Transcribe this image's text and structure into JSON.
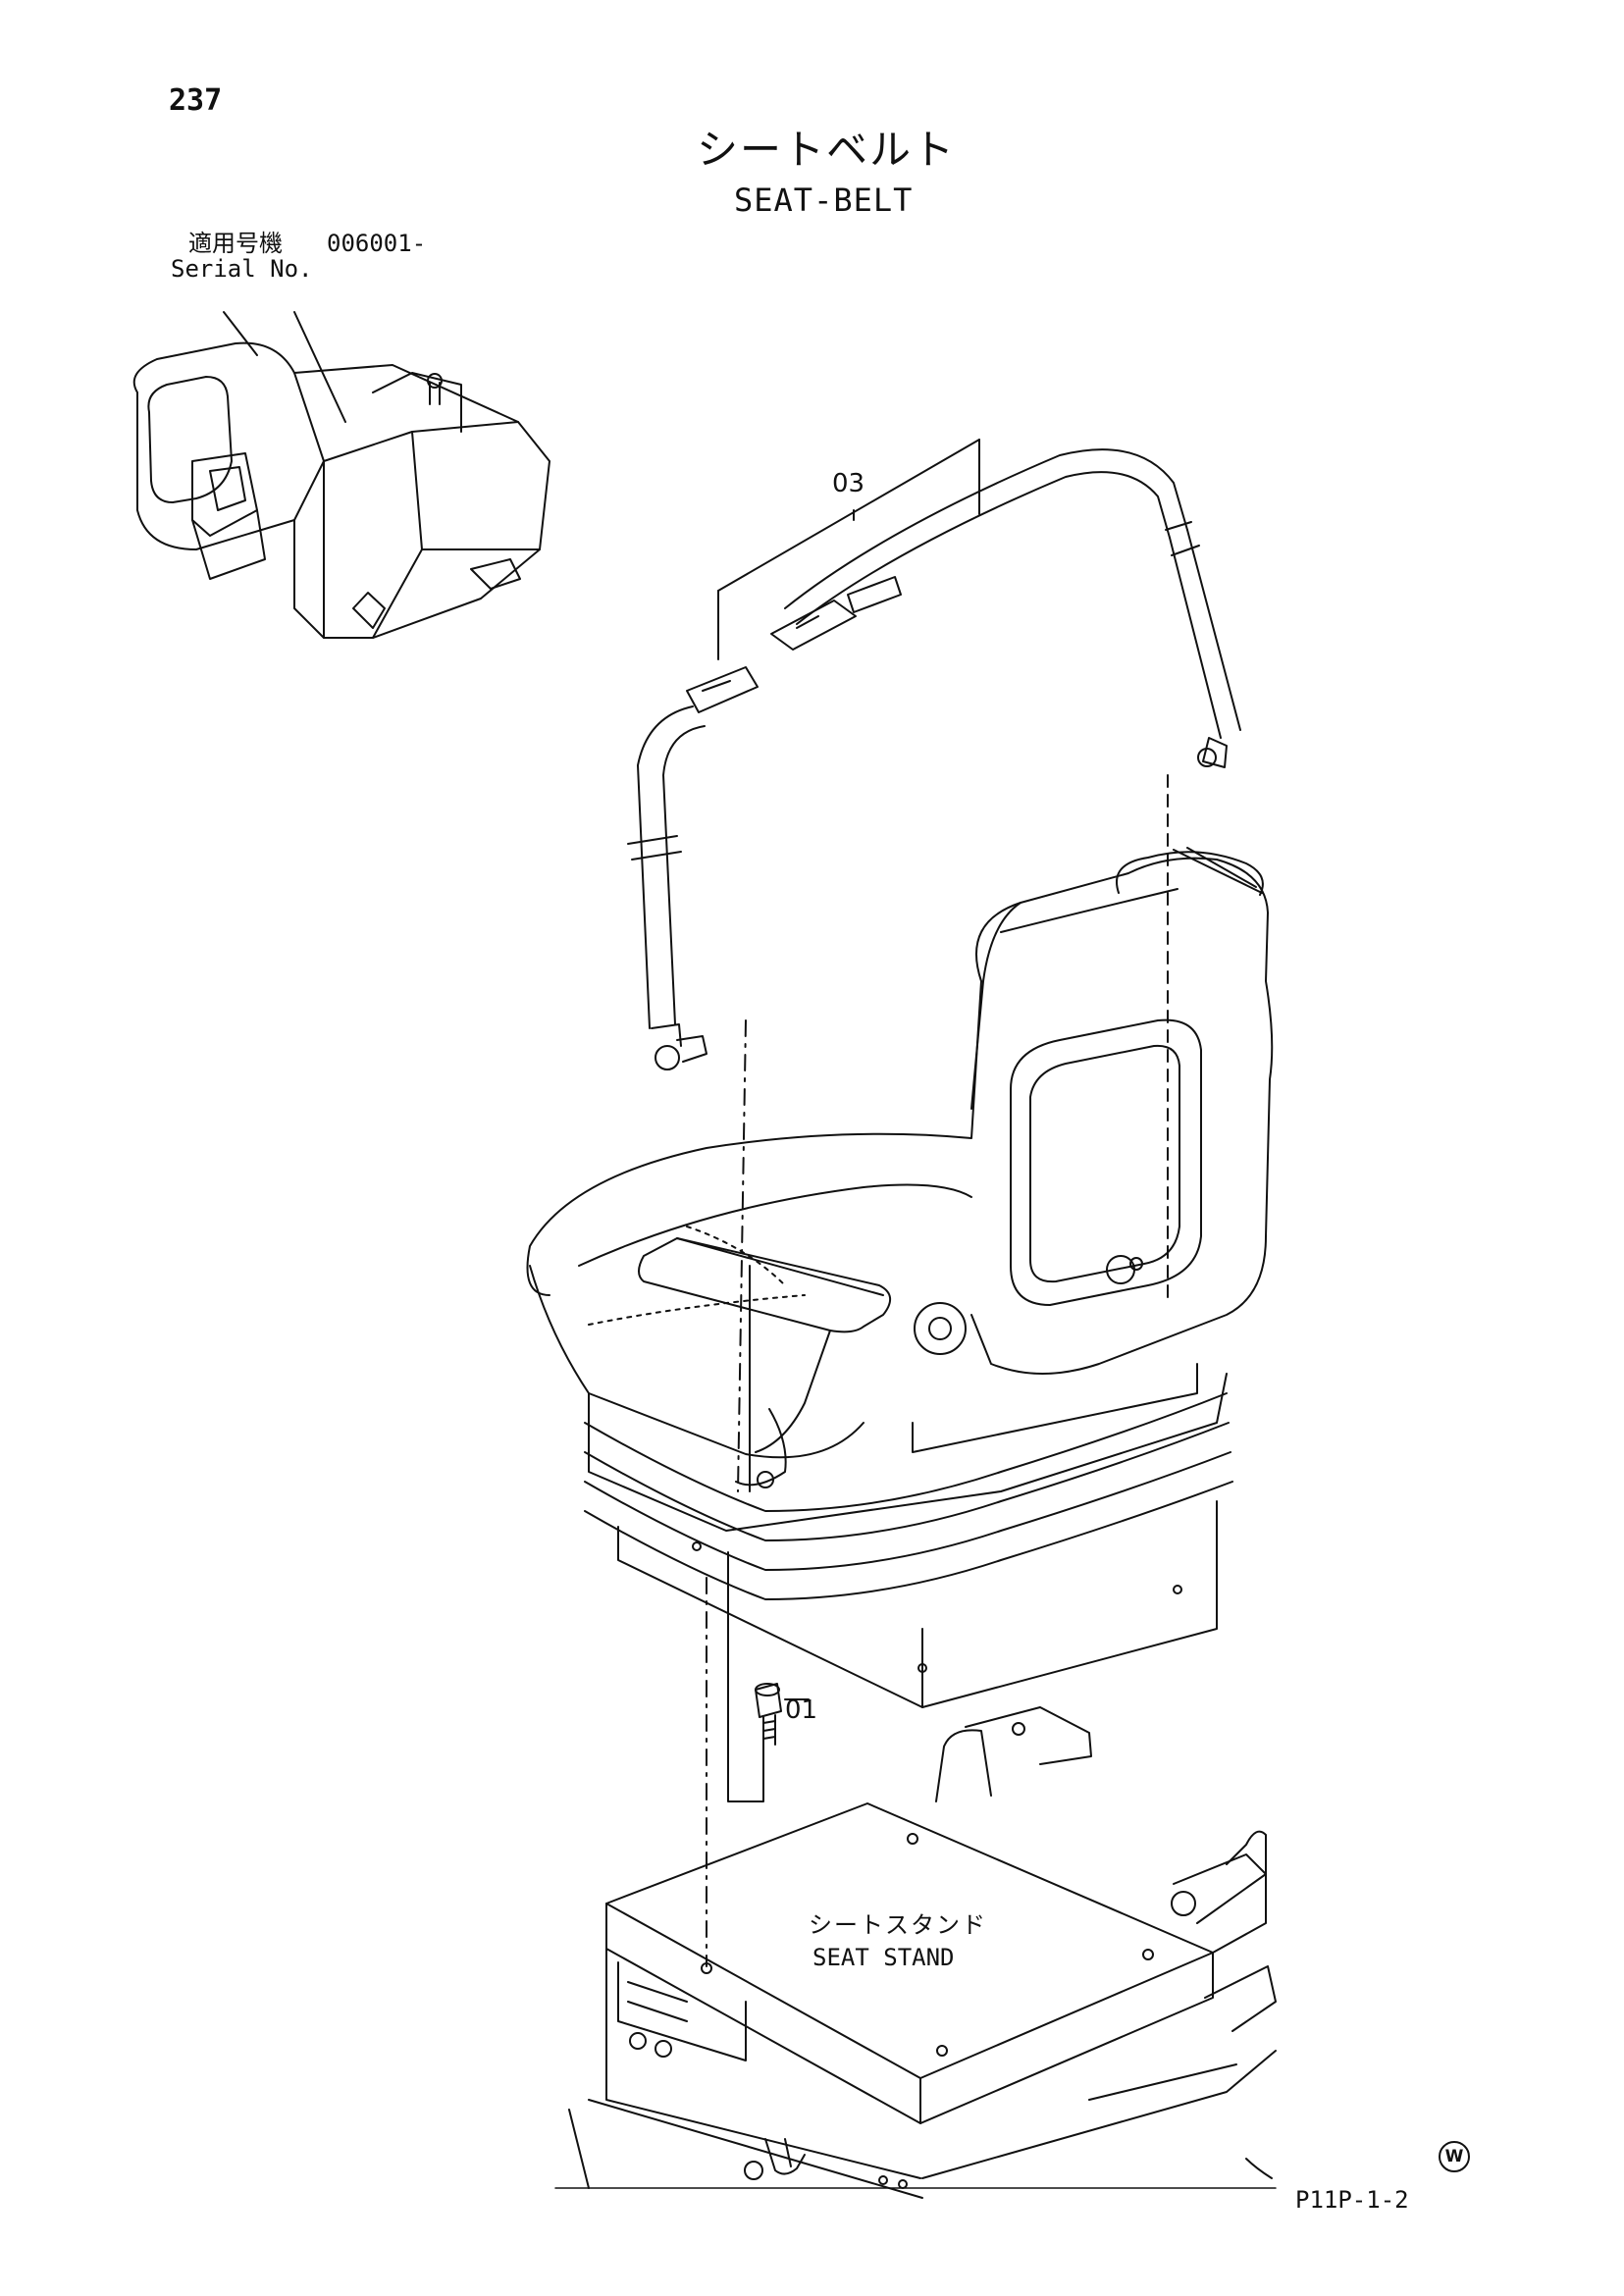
{
  "page": {
    "number": "237",
    "title_jp": "シートベルト",
    "title_en": "SEAT-BELT",
    "drawing_code": "P11P-1-2",
    "w_mark": "W"
  },
  "serial": {
    "label_jp": "適用号機",
    "range": "006001-",
    "label_en": "Serial No."
  },
  "callouts": {
    "part_03": "03",
    "part_01": "01"
  },
  "seat_stand": {
    "label_jp": "シートスタンド",
    "label_en": "SEAT STAND"
  },
  "colors": {
    "ink": "#111111",
    "paper": "#ffffff"
  }
}
